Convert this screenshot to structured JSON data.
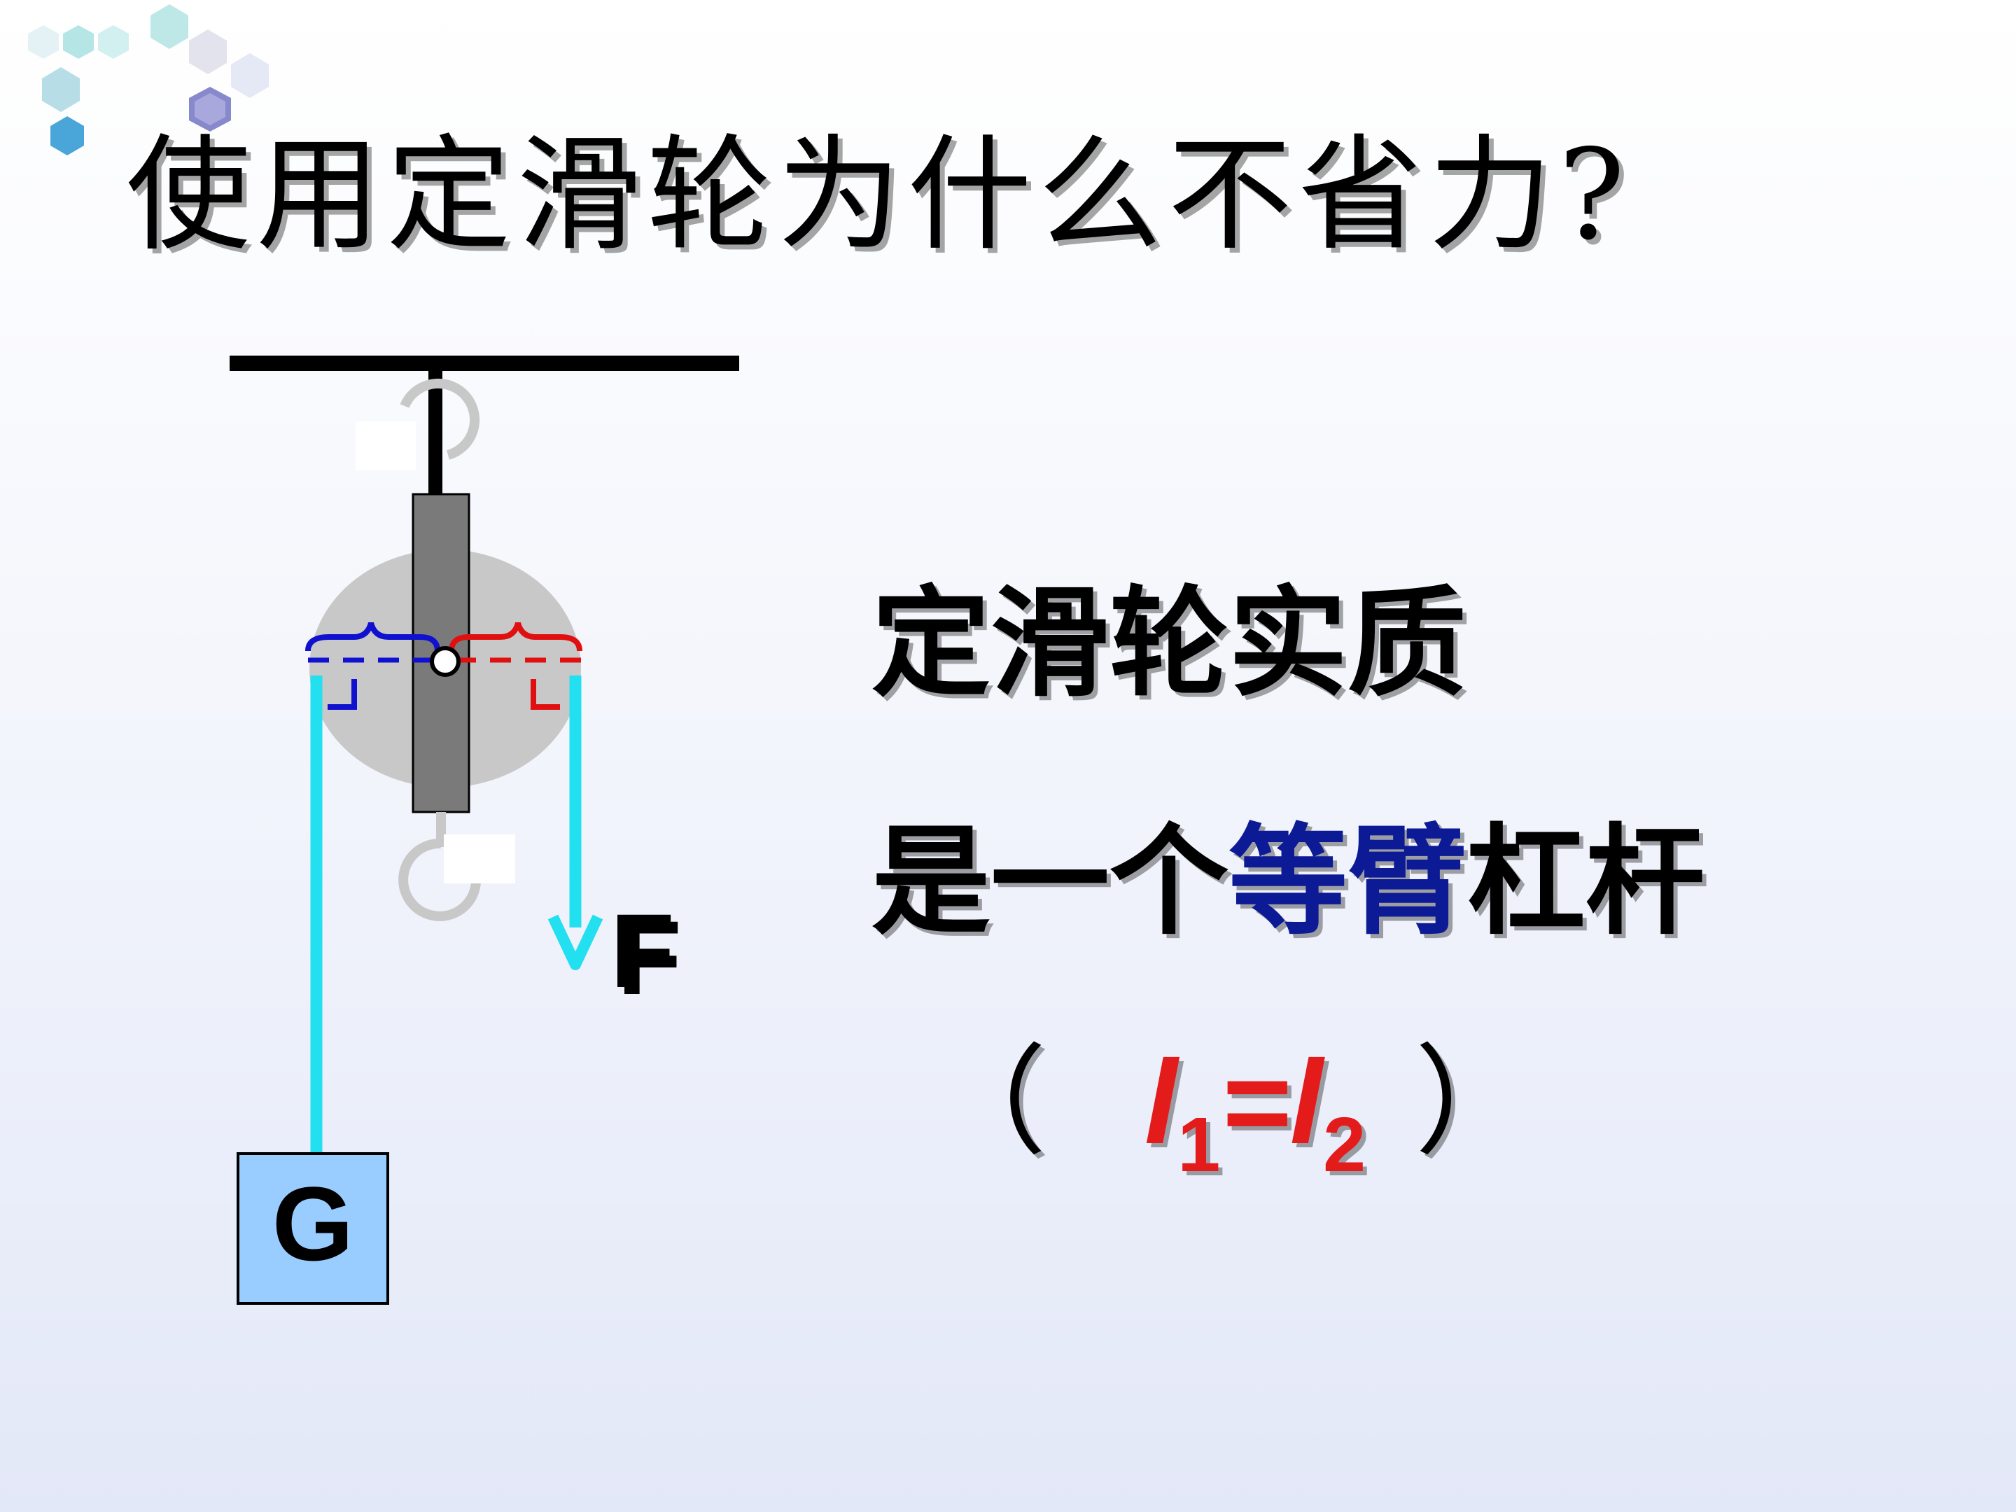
{
  "title": "使用定滑轮为什么不省力?",
  "conclusion": {
    "line1": "定滑轮实质",
    "line2_prefix": "是一个",
    "line2_highlight": "等臂",
    "line2_suffix": "杠杆",
    "paren_open": "（",
    "paren_close": "）",
    "formula": {
      "l1_symbol": "l",
      "l1_sub": "1",
      "equals": "=",
      "l2_symbol": "l",
      "l2_sub": "2"
    }
  },
  "diagram": {
    "force_label": "F",
    "weight_label": "G"
  },
  "colors": {
    "rope": "#22e0f0",
    "wheel": "#c8c8c8",
    "axle_bar": "#7a7a7a",
    "arm_left": "#1010d0",
    "arm_right": "#e01010",
    "weight_box": "#99ccff",
    "highlight_text": "#0c1a95",
    "formula_text": "#e41b1b"
  }
}
